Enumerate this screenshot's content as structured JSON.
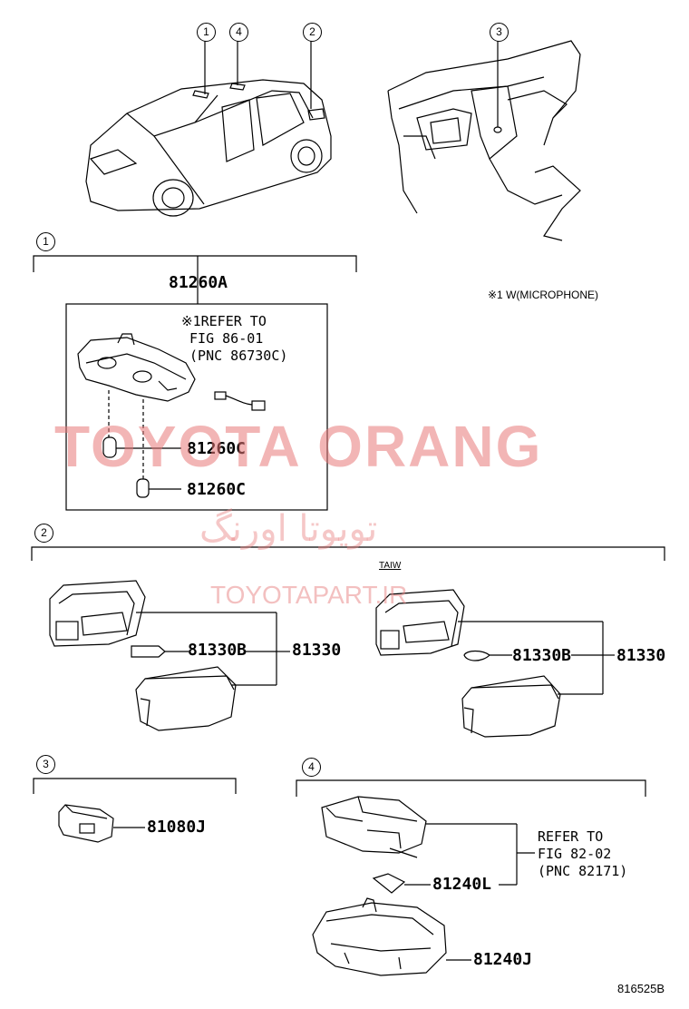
{
  "callouts": [
    "1",
    "4",
    "2",
    "3"
  ],
  "sections": {
    "s1": {
      "callout": "1",
      "main_part": "81260A",
      "note": "※1REFER TO\n FIG 86-01\n (PNC 86730C)",
      "bulb_parts": [
        "81260C",
        "81260C"
      ]
    },
    "s2": {
      "callout": "2",
      "tag": "TAIW",
      "left": {
        "bulb": "81330B",
        "assy": "81330"
      },
      "right": {
        "bulb": "81330B",
        "assy": "81330"
      }
    },
    "s3": {
      "callout": "3",
      "part": "81080J"
    },
    "s4": {
      "callout": "4",
      "note": "REFER TO\nFIG 82-02\n(PNC 82171)",
      "bulb": "81240L",
      "assy": "81240J"
    }
  },
  "legend_note": "※1 W(MICROPHONE)",
  "watermarks": {
    "main": "TOYOTA ORANG",
    "persian": "تویوتا اورنگ",
    "site": "TOYOTAPART.IR"
  },
  "figure_id": "816525B",
  "colors": {
    "line": "#000000",
    "watermark": "#e87878"
  }
}
